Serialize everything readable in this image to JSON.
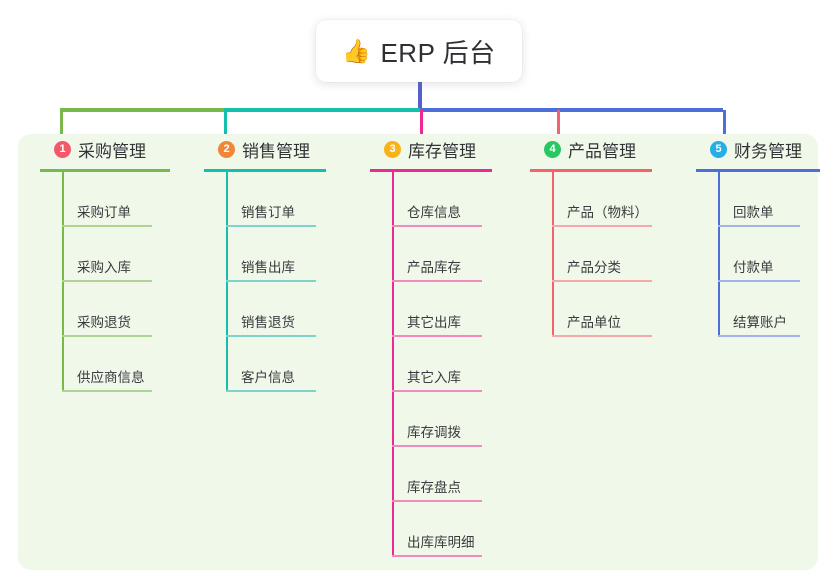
{
  "diagram": {
    "type": "mindmap-tree",
    "background": "#ffffff",
    "panel_background": "#f0f8ea",
    "root": {
      "emoji": "👍",
      "emoji_name": "thumbs-up-icon",
      "label": "ERP 后台",
      "connector_color": "#5560c8"
    },
    "branches": [
      {
        "number": "1",
        "title": "采购管理",
        "badge_color": "#f4596b",
        "line_color": "#79b84b",
        "leaf_line_color": "#aed395",
        "items": [
          "采购订单",
          "采购入库",
          "采购退货",
          "供应商信息"
        ]
      },
      {
        "number": "2",
        "title": "销售管理",
        "badge_color": "#f0863c",
        "line_color": "#14bfae",
        "leaf_line_color": "#7ed4cb",
        "items": [
          "销售订单",
          "销售出库",
          "销售退货",
          "客户信息"
        ]
      },
      {
        "number": "3",
        "title": "库存管理",
        "badge_color": "#f6b31c",
        "line_color": "#ec2a92",
        "leaf_line_color": "#f08bbf",
        "items": [
          "仓库信息",
          "产品库存",
          "其它出库",
          "其它入库",
          "库存调拨",
          "库存盘点",
          "出库库明细"
        ]
      },
      {
        "number": "4",
        "title": "产品管理",
        "badge_color": "#28c762",
        "line_color": "#f4626c",
        "leaf_line_color": "#f6a8ad",
        "items": [
          "产品（物料）",
          "产品分类",
          "产品单位"
        ]
      },
      {
        "number": "5",
        "title": "财务管理",
        "badge_color": "#26aee5",
        "line_color": "#4f6fd8",
        "leaf_line_color": "#a3b3e8",
        "items": [
          "回款单",
          "付款单",
          "结算账户"
        ]
      }
    ]
  }
}
